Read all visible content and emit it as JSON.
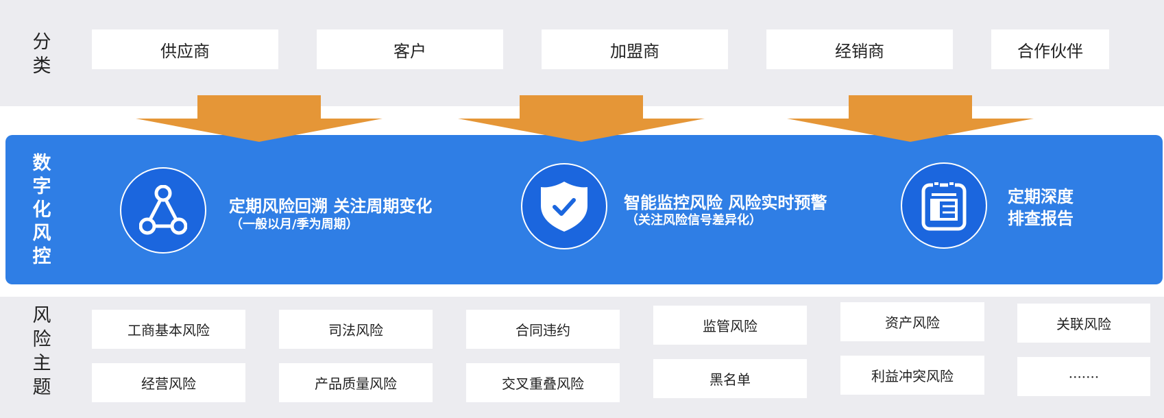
{
  "categories": {
    "label": [
      "分",
      "类"
    ],
    "items": [
      "供应商",
      "客户",
      "加盟商",
      "经销商",
      "合作伙伴"
    ]
  },
  "digital_risk_control": {
    "label": [
      "数",
      "字",
      "化",
      "风",
      "控"
    ],
    "features": [
      {
        "title": "定期风险回溯  关注周期变化",
        "subtitle": "（一般以月/季为周期）",
        "icon": "network-triangle-icon"
      },
      {
        "title": "智能监控风险  风险实时预警",
        "subtitle": "（关注风险信号差异化）",
        "icon": "shield-check-icon"
      },
      {
        "title_lines": [
          "定期深度",
          "排查报告"
        ],
        "icon": "report-document-icon"
      }
    ]
  },
  "risk_themes": {
    "label": [
      "风",
      "险",
      "主",
      "题"
    ],
    "items": [
      [
        "工商基本风险",
        "经营风险"
      ],
      [
        "司法风险",
        "产品质量风险"
      ],
      [
        "合同违约",
        "交叉重叠风险"
      ],
      [
        "监管风险",
        "黑名单"
      ],
      [
        "资产风险",
        "利益冲突风险"
      ],
      [
        "关联风险",
        "·······"
      ]
    ]
  },
  "colors": {
    "band_gray": "#ececf0",
    "panel_blue": "#2f7ee5",
    "circle_blue": "#1b66de",
    "arrow_orange": "#e59637"
  }
}
